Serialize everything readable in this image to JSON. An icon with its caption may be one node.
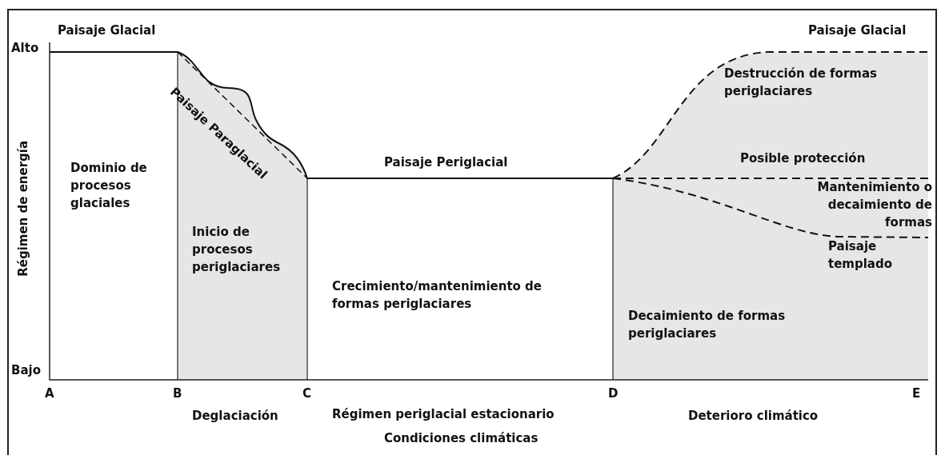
{
  "diagram": {
    "labels": [
      "Paisaje Glacial",
      "Paisaje Glacial",
      "Alto",
      "Paisaje Paraglacial",
      "Destrucción de formas periglaciares",
      "Régimen de energía",
      "Dominio de procesos glaciales",
      "Paisaje Periglacial",
      "Posible protección",
      "Mantenimiento o decaimiento de formas",
      "Inicio de procesos periglaciares",
      "Paisaje templado",
      "Crecimiento/mantenimiento de formas periglaciares",
      "Decaimiento de formas periglaciares",
      "Bajo",
      "A",
      "B",
      "C",
      "D",
      "E",
      "Deglaciación",
      "Régimen periglacial estacionario",
      "Deterioro climático",
      "Condiciones climáticas"
    ]
  }
}
